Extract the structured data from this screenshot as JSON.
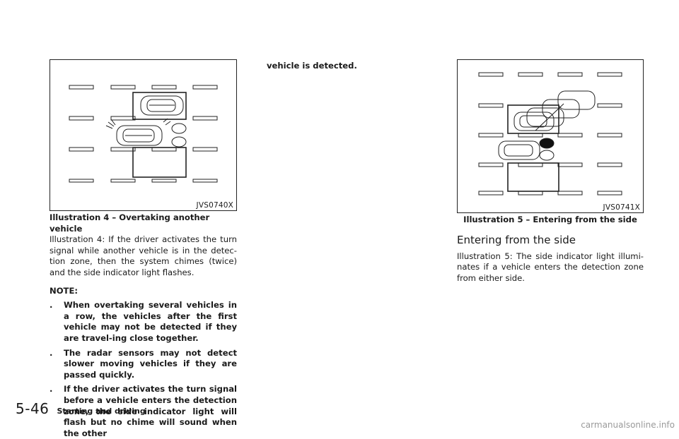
{
  "left": {
    "figure_code": "JVS0740X",
    "caption": "Illustration 4 – Overtaking another vehicle",
    "paragraph": "Illustration 4: If the driver activates the turn signal while another vehicle is in the detec-tion zone, then the system chimes (twice) and the side indicator light flashes.",
    "note_heading": "NOTE:",
    "bullets": [
      "When overtaking several vehicles in a row, the vehicles after the first vehicle may not be detected if they are travel-ing close together.",
      "The radar sensors may not detect slower moving vehicles if they are passed quickly.",
      "If the driver activates the turn signal before a vehicle enters the detection zone, the side indicator light will flash but no chime will sound when the other"
    ]
  },
  "middle": {
    "continuation": "vehicle is detected."
  },
  "right": {
    "figure_code": "JVS0741X",
    "caption": "Illustration 5 – Entering from the side",
    "section_title": "Entering from the side",
    "paragraph": "Illustration 5: The side indicator light illumi-nates if a vehicle enters the detection zone from either side."
  },
  "footer": {
    "page_number": "5-46",
    "section": "Starting and driving"
  },
  "watermark": "carmanualsonline.info"
}
